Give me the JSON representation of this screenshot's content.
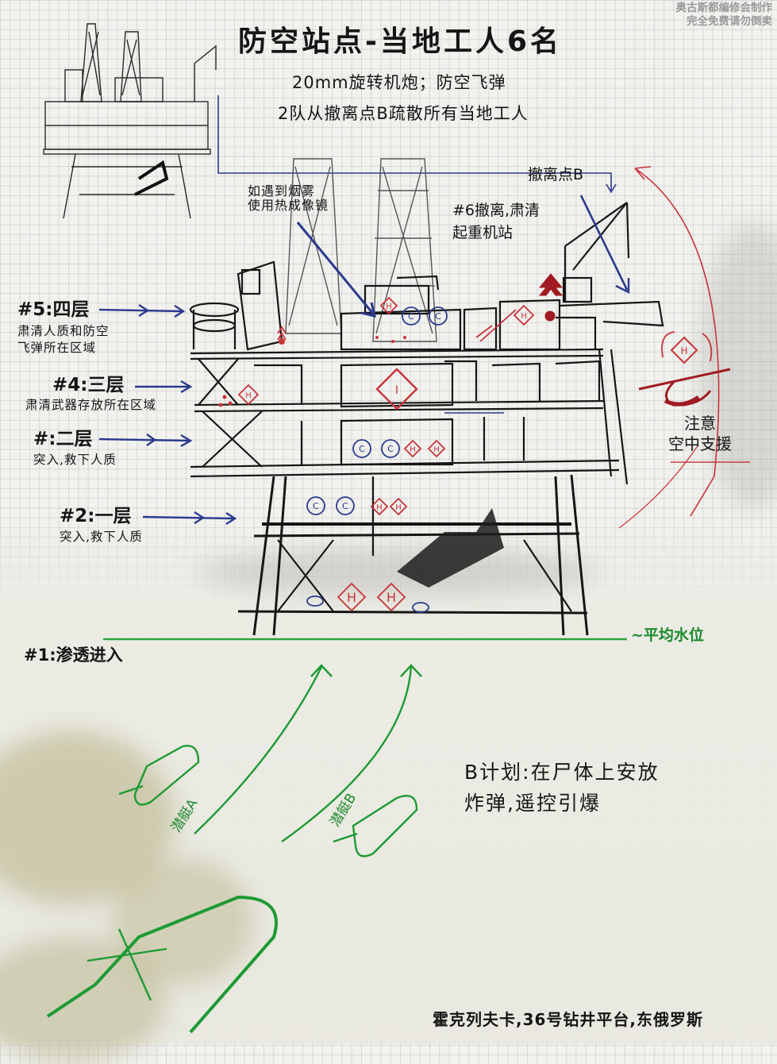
{
  "watermark": {
    "line1": "奥古斯都编修会制作",
    "line2": "完全免费请勿倒卖"
  },
  "header": {
    "title": "防空站点-当地工人6名",
    "subtitle1": "20mm旋转机炮；防空飞弹",
    "subtitle2": "2队从撤离点B疏散所有当地工人"
  },
  "annotations": {
    "thermal": {
      "line1": "如遇到烟雾",
      "line2": "使用热成像镜"
    },
    "extraction_point": "撤离点B",
    "crane": {
      "line1": "#6撤离,肃清",
      "line2": "起重机站"
    },
    "air_support": {
      "line1": "注意",
      "line2": "空中支援"
    },
    "water_level": "~平均水位",
    "plan_b": {
      "line1": "B计划:在尸体上安放",
      "line2": "炸弹,遥控引爆"
    },
    "location": "霍克列夫卡,36号钻井平台,东俄罗斯"
  },
  "floors": [
    {
      "id": "5",
      "title": "#5:四层",
      "desc1": "肃清人质和防空",
      "desc2": "飞弹所在区域"
    },
    {
      "id": "4",
      "title": "#4:三层",
      "desc1": "肃清武器存放所在区域"
    },
    {
      "id": "3",
      "title": "#:二层",
      "desc1": "突入,救下人质"
    },
    {
      "id": "2",
      "title": "#2:一层",
      "desc1": "突入,救下人质"
    },
    {
      "id": "1",
      "title": "#1:渗透进入"
    }
  ],
  "boats": [
    {
      "label": "潜艇A"
    },
    {
      "label": "潜艇B"
    }
  ],
  "markers": {
    "hostage": "H",
    "civilian": "C",
    "intel": "I"
  },
  "colors": {
    "ink": "#151515",
    "blue_arrow": "#2b3a8c",
    "red_marker": "#c8333a",
    "dark_red": "#a01a22",
    "green": "#1d8a2e"
  }
}
